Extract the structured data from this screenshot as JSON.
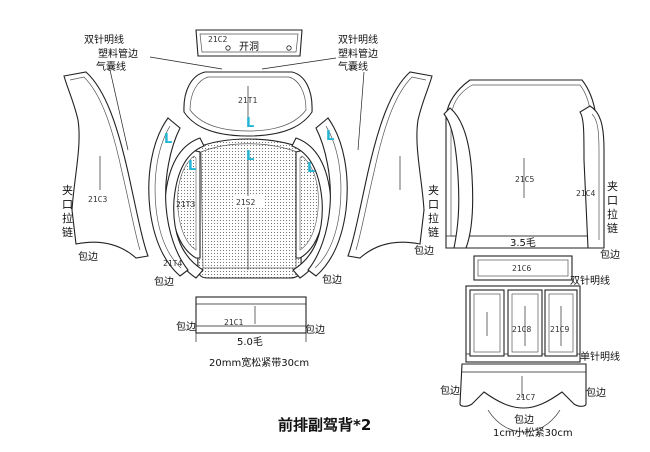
{
  "title": "前排副驾背*2",
  "dot_color": "#555555",
  "accent_color": "#23b5d3",
  "piece_codes": {
    "c2": "21C2",
    "t1": "21T1",
    "s2": "21S2",
    "t3": "21T3",
    "t4": "21T4",
    "c3": "21C3",
    "c1": "21C1",
    "c5": "21C5",
    "c4": "21C4",
    "c6": "21C6",
    "c8": "21C8",
    "c9": "21C9",
    "c7": "21C7"
  },
  "notes": {
    "kaidong": "开洞",
    "left_top": [
      "双针明线",
      "塑料管边",
      "气囊线"
    ],
    "right_top": [
      "双针明线",
      "塑料管边",
      "气囊线"
    ],
    "left_zipper": [
      "夹",
      "口",
      "拉",
      "链"
    ],
    "right_zipper_a": [
      "夹",
      "口",
      "拉",
      "链"
    ],
    "right_zipper_b": [
      "夹",
      "口",
      "拉",
      "链"
    ],
    "baobian": "包边",
    "c1_strip": "5.0毛",
    "c1_band": "20mm宽松紧带30cm",
    "c5_strip": "3.5毛",
    "double_stitch": "双针明线",
    "single_stitch": "单针明线",
    "elastic_bottom": "1cm小松紧30cm",
    "L": "L"
  }
}
